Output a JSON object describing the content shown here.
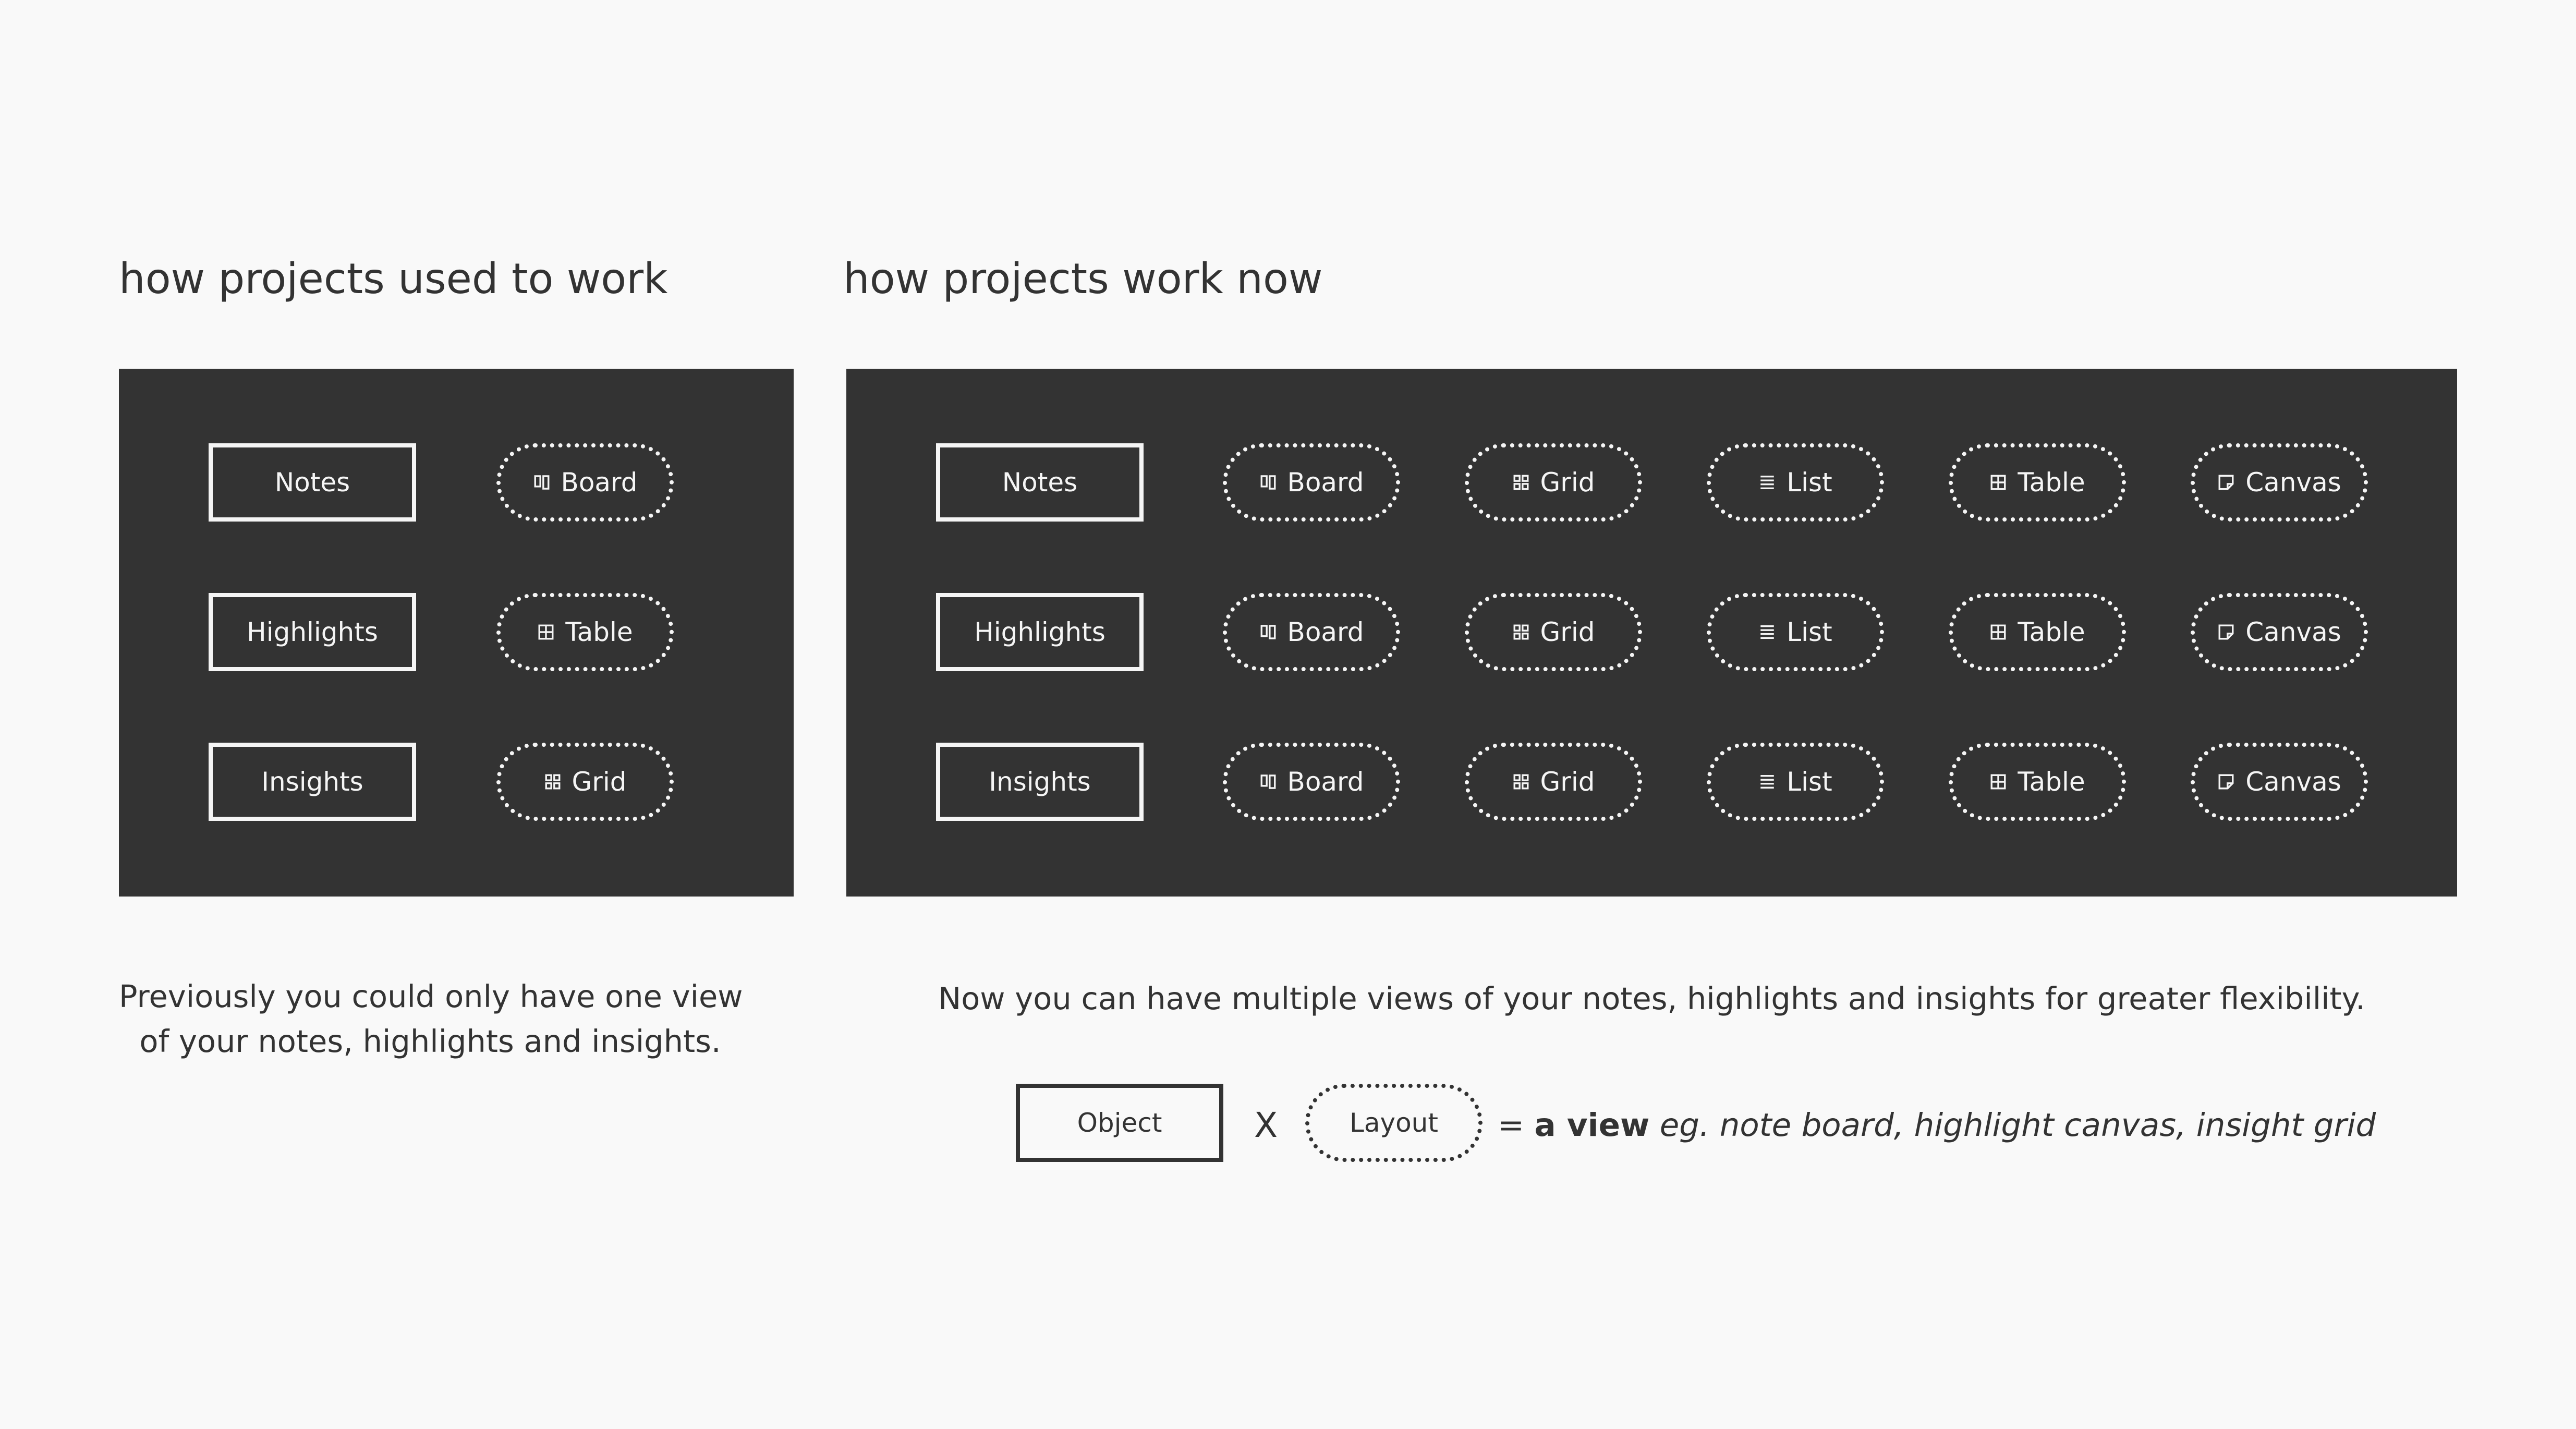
{
  "left": {
    "heading": "how projects used to work",
    "objects": [
      "Notes",
      "Highlights",
      "Insights"
    ],
    "layouts": [
      {
        "label": "Board",
        "icon": "board-icon"
      },
      {
        "label": "Table",
        "icon": "table-icon"
      },
      {
        "label": "Grid",
        "icon": "grid-icon"
      }
    ],
    "description": [
      "Previously you could only have one view",
      "of your notes, highlights and insights."
    ]
  },
  "right": {
    "heading": "how projects work now",
    "objects": [
      "Notes",
      "Highlights",
      "Insights"
    ],
    "layouts": [
      {
        "label": "Board",
        "icon": "board-icon"
      },
      {
        "label": "Grid",
        "icon": "grid-icon"
      },
      {
        "label": "List",
        "icon": "list-icon"
      },
      {
        "label": "Table",
        "icon": "table-icon"
      },
      {
        "label": "Canvas",
        "icon": "canvas-icon"
      }
    ],
    "description": "Now you can have multiple views of your notes, highlights and insights for greater flexibility."
  },
  "legend": {
    "object_label": "Object",
    "times": "X",
    "layout_label": "Layout",
    "equals": "=",
    "result": "a view",
    "example": "eg. note board, highlight canvas, insight grid"
  },
  "colors": {
    "background": "#f9f9f9",
    "panel": "#333333",
    "panel_text": "#f5f5f5",
    "text": "#333333"
  }
}
